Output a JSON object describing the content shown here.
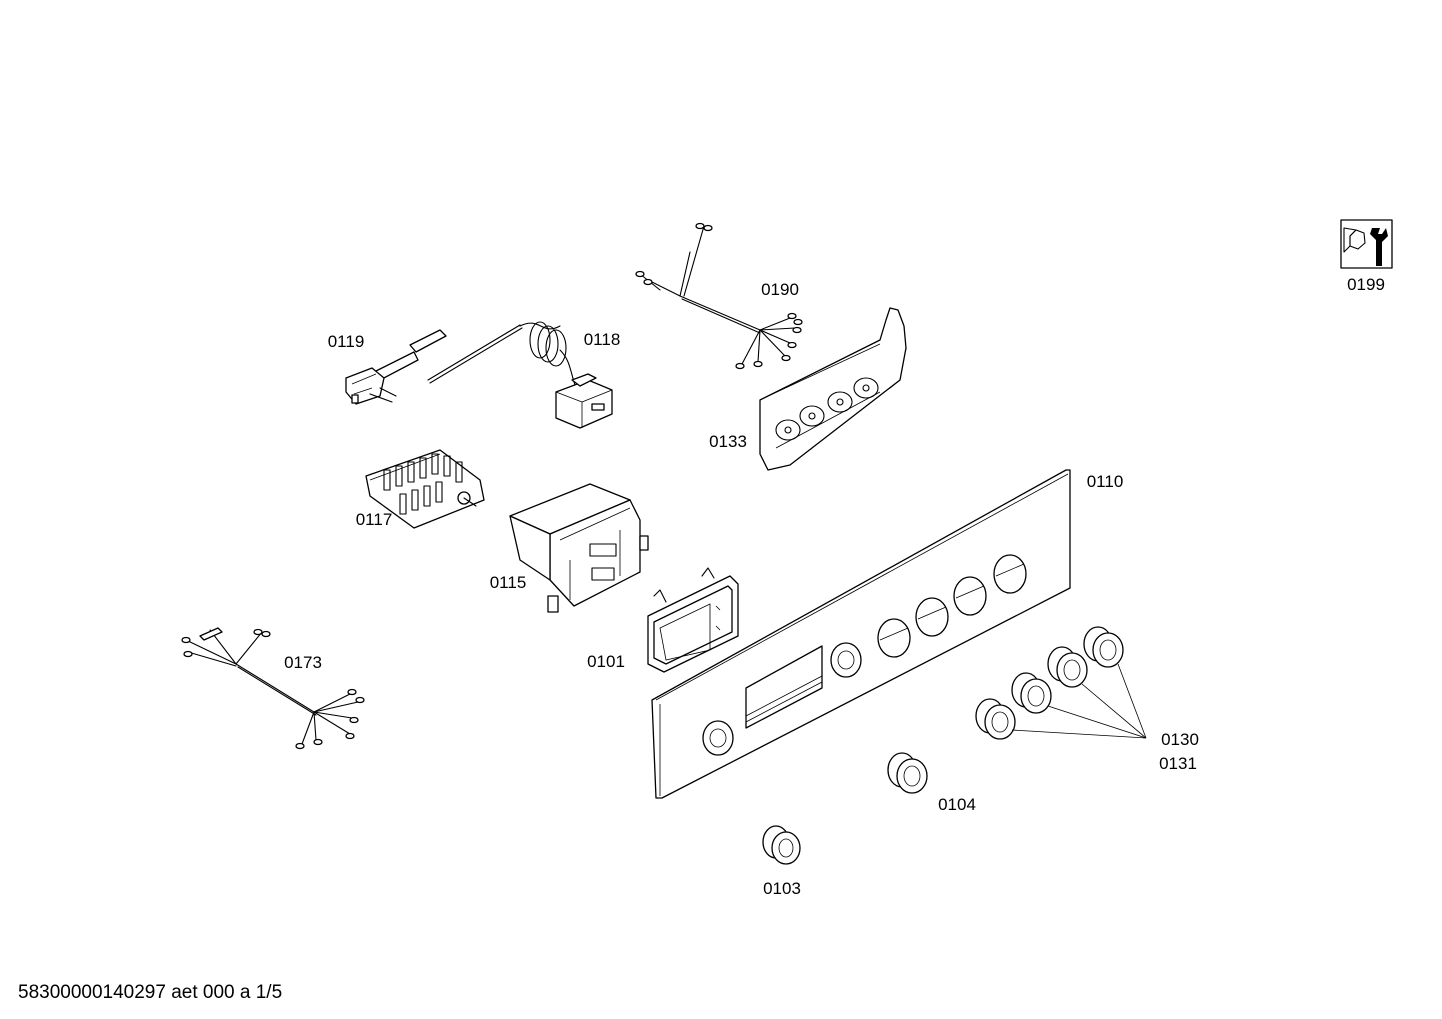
{
  "diagram": {
    "footer": "58300000140297 aet 000 a 1/5",
    "labels": {
      "p0199": "0199",
      "p0190": "0190",
      "p0119": "0119",
      "p0118": "0118",
      "p0133": "0133",
      "p0110": "0110",
      "p0117": "0117",
      "p0115": "0115",
      "p0173": "0173",
      "p0101": "0101",
      "p0130": "0130",
      "p0131": "0131",
      "p0104": "0104",
      "p0103": "0103"
    },
    "icon": "service-tool-icon"
  }
}
